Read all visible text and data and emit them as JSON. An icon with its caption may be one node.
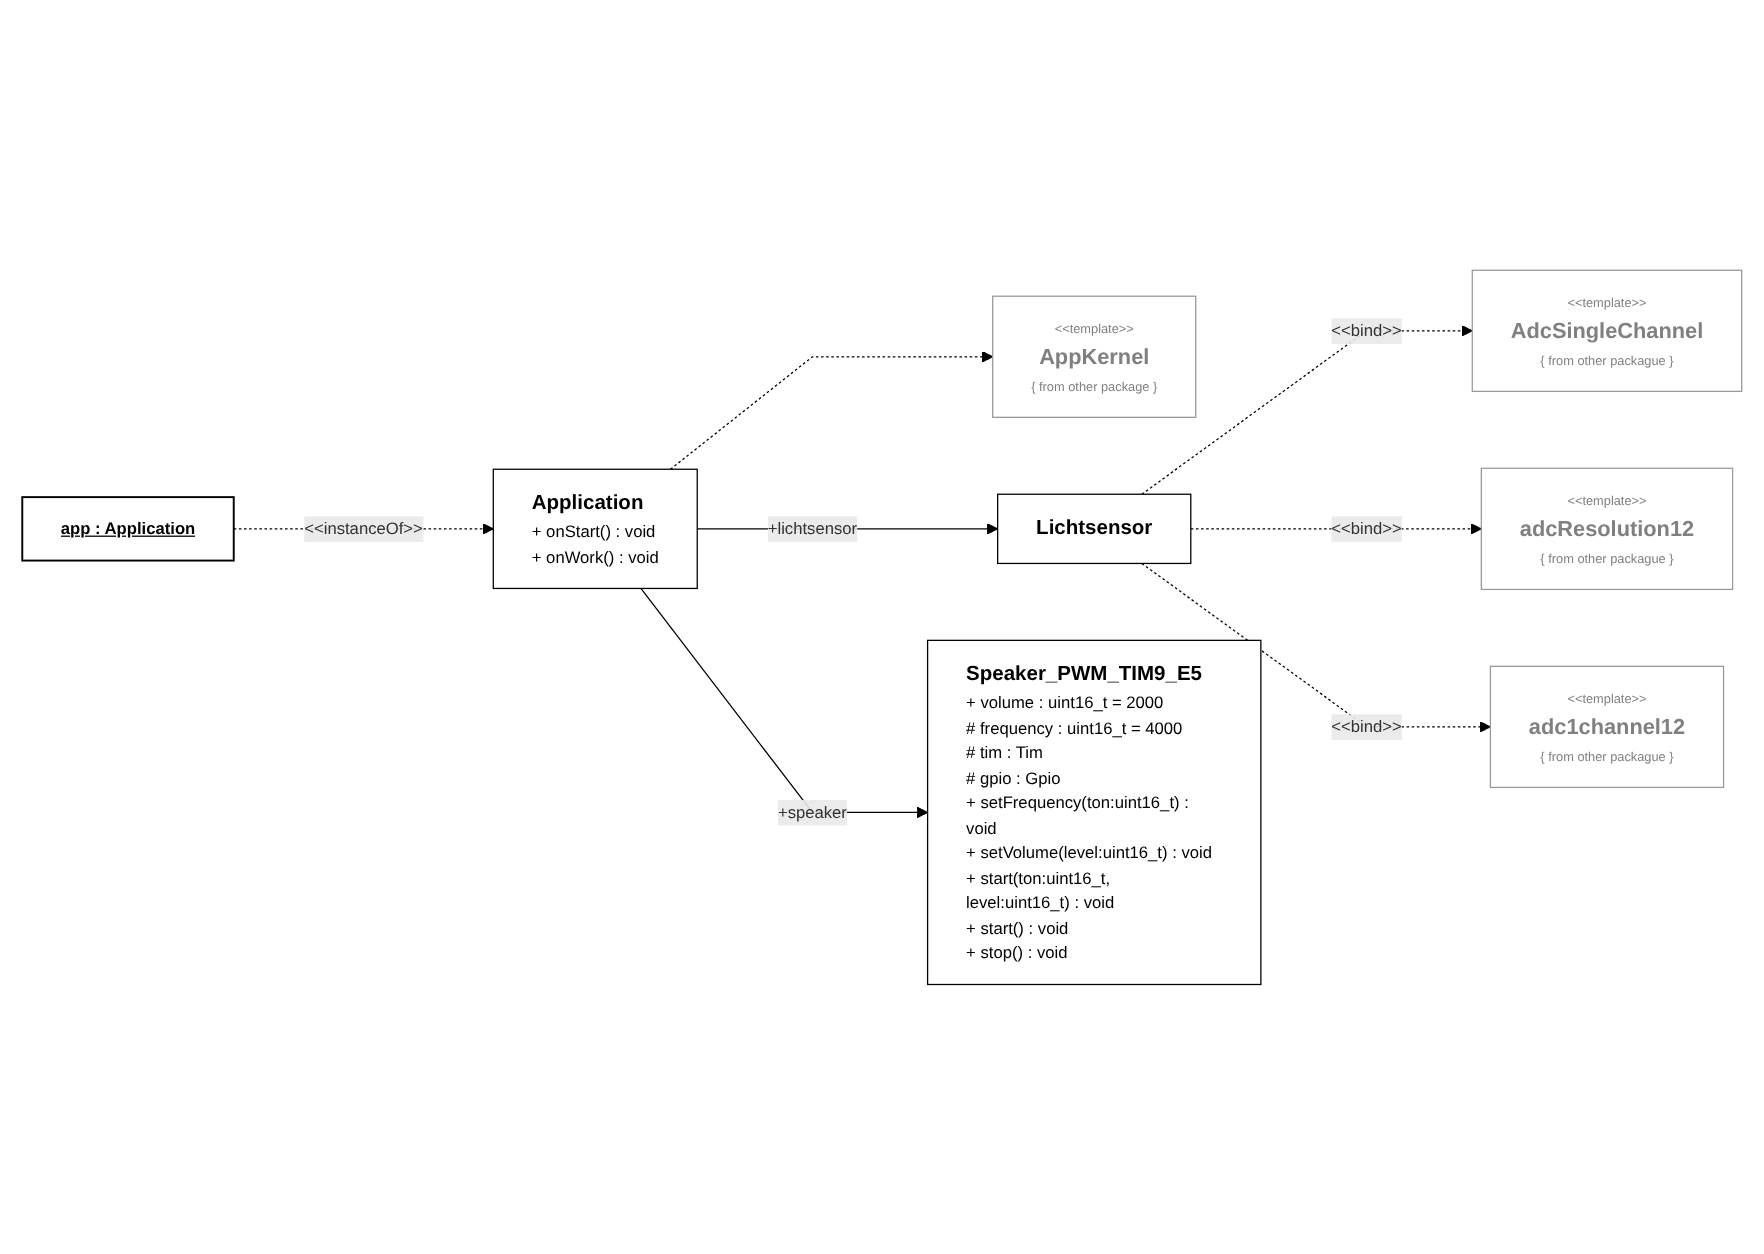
{
  "diagram": {
    "nodes": [
      {
        "text": [
          "app : Application"
        ]
      },
      {
        "text": [
          "<<template>>",
          "AppKernel",
          "{ from other package }"
        ]
      },
      {
        "text": [
          "<<template>>",
          "AdcSingleChannel",
          "{ from other packague }"
        ]
      },
      {
        "text": [
          "<<template>>",
          "adcResolution12",
          "{ from other packague }"
        ]
      },
      {
        "text": [
          "<<template>>",
          "adc1channel12",
          "{ from other packague }"
        ]
      },
      {
        "text": [
          "Lichtsensor"
        ]
      },
      {
        "text": [
          "Application",
          "+ onStart() : void",
          "+ onWork() : void"
        ]
      },
      {
        "text": [
          "Speaker_PWM_TIM9_E5",
          "+ volume : uint16_t = 2000",
          "# frequency : uint16_t = 4000",
          "# tim : Tim",
          "# gpio : Gpio",
          "+ setFrequency(ton:uint16_t) : void",
          "+ setVolume(level:uint16_t) : void",
          "+ start(ton:uint16_t, level:uint16_t) : void",
          "+ start() : void",
          "+ stop() : void"
        ]
      }
    ],
    "edges": [
      {
        "from": 0,
        "to": 6,
        "arrow": "to",
        "label": "<<instanceOf>>",
        "style": "dashed"
      },
      {
        "from": 6,
        "to": 1,
        "arrow": "to",
        "style": "dashed"
      },
      {
        "from": 5,
        "to": 2,
        "arrow": "to",
        "label": "<<bind>>",
        "style": "dashed"
      },
      {
        "from": 5,
        "to": 3,
        "arrow": "to",
        "label": "<<bind>>",
        "style": "dashed"
      },
      {
        "from": 5,
        "to": 4,
        "arrow": "to",
        "label": "<<bind>>",
        "style": "dashed"
      },
      {
        "from": 6,
        "to": 5,
        "arrow": "to",
        "label": "+lichtsensor"
      },
      {
        "from": 6,
        "to": 7,
        "arrow": "to",
        "label": "+speaker"
      }
    ]
  }
}
